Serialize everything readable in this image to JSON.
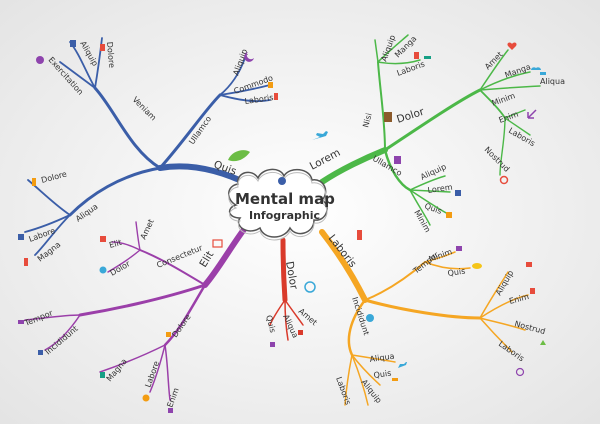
{
  "center": {
    "title": "Mental map",
    "subtitle": "Infographic"
  },
  "branches": {
    "quis": {
      "label": "Quis",
      "color": "#3b5ea8",
      "veniam": {
        "label": "Veniam",
        "children": [
          "Exercitation",
          "Aliquip",
          "Dolore"
        ]
      },
      "ullamco": {
        "label": "Ullamco",
        "children": [
          "Aliquip",
          "Commodo",
          "Laboris"
        ]
      },
      "aliqua": {
        "label": "Aliqua",
        "children": [
          "Dolore",
          "Labore",
          "Magna"
        ]
      }
    },
    "lorem": {
      "label": "Lorem",
      "color": "#4cb848",
      "nisi": {
        "label": "Nisi",
        "children": [
          "Aliquip",
          "Manga",
          "Laboris"
        ]
      },
      "dolor": {
        "label": "Dolor",
        "children": [
          "Amet",
          "Manga",
          "Aliqua"
        ]
      },
      "minim": {
        "label": "Minim",
        "children": [
          "Enim",
          "Laboris",
          "Nostrud"
        ]
      },
      "ullamco": {
        "label": "Ullamco",
        "children": [
          "Aliquip",
          "Lorem",
          "Quis",
          "Minim"
        ]
      }
    },
    "laboris": {
      "label": "Laboris",
      "color": "#f5a623",
      "tempor": {
        "label": "Tempor",
        "children": [
          "Minim",
          "Quis"
        ]
      },
      "right": {
        "children": [
          "Aliquip",
          "Enim",
          "Nostrud",
          "Laboris"
        ]
      },
      "incididunt": {
        "label": "Incididunt",
        "children": [
          "Aliqua",
          "Quis",
          "Aliquip",
          "Laboris"
        ]
      }
    },
    "dolor": {
      "label": "Dolor",
      "color": "#d93a2b",
      "children": [
        "Quis",
        "Aliqua",
        "Amet"
      ]
    },
    "elit": {
      "label": "Elit",
      "color": "#9b3fa9",
      "consectetur": {
        "label": "Consectetur",
        "children": [
          "Amet",
          "Elit",
          "Dolor"
        ]
      },
      "tempor": {
        "children": [
          "Tempor",
          "Incididunt"
        ]
      },
      "dolore": {
        "label": "Dolore",
        "children": [
          "Magna",
          "Labore",
          "Enim"
        ]
      }
    }
  }
}
